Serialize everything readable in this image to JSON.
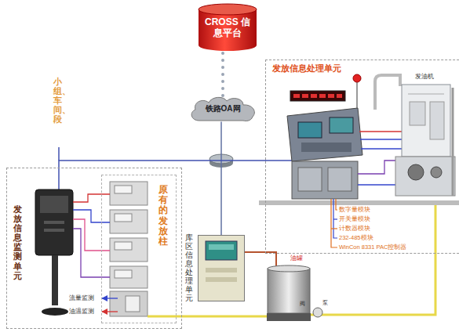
{
  "diagram": {
    "nodes": [
      {
        "text": [
          "CROSS 信息平台"
        ]
      },
      {
        "text": [
          "铁路OA网"
        ]
      },
      {
        "text": [
          "发放信息处理单元"
        ]
      },
      {
        "text": [
          "发油机"
        ],
        "in": 2
      },
      {
        "text": [
          "发放信息监测单元"
        ]
      },
      {
        "text": [
          "原有的发放柱"
        ],
        "in": 4
      },
      {
        "text": [
          "库区信息处理单元"
        ]
      },
      {
        "text": [
          "油罐"
        ]
      }
    ],
    "edges": [
      {
        "from": 1,
        "to": 0,
        "arrow": "none"
      },
      {
        "from": 6,
        "to": 1,
        "arrow": "none"
      },
      {
        "from": 4,
        "to": 2,
        "arrow": "none"
      },
      {
        "from": 6,
        "to": 7,
        "arrow": "none"
      }
    ],
    "labels": [
      "小组、车间、段",
      "流量监测",
      "油温监测",
      "阀",
      "泵",
      "数字量模块",
      "开关量模块",
      "计数器模块",
      "232-485模块",
      "WinCon 8331 PAC控制器"
    ]
  }
}
